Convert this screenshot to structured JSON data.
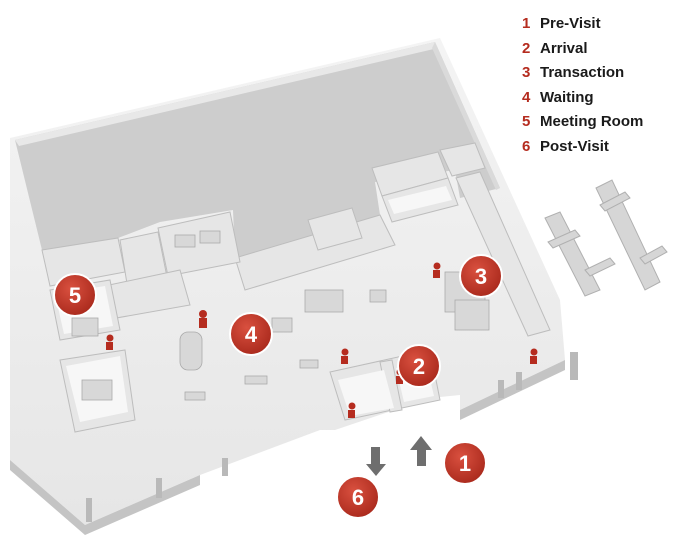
{
  "legend": {
    "items": [
      {
        "number": "1",
        "label": "Pre-Visit"
      },
      {
        "number": "2",
        "label": "Arrival"
      },
      {
        "number": "3",
        "label": "Transaction"
      },
      {
        "number": "4",
        "label": "Waiting"
      },
      {
        "number": "5",
        "label": "Meeting Room"
      },
      {
        "number": "6",
        "label": "Post-Visit"
      }
    ]
  },
  "markers": [
    "1",
    "2",
    "3",
    "4",
    "5",
    "6"
  ],
  "colors": {
    "accent": "#b52c1f",
    "badge": "#c0392b",
    "floor": "#f0f0f0",
    "wall_top": "#e4e4e4",
    "wall_side": "#c9c9c9",
    "roof": "#cccccc",
    "arrow": "#6e6e6e"
  }
}
